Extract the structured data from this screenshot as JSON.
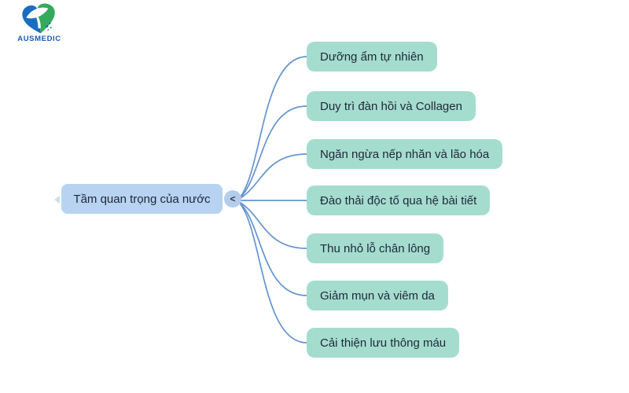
{
  "logo": {
    "brand": "AUSMEDIC",
    "heart_blue": "#1a6ec2",
    "heart_green": "#35a95c",
    "brand_color": "#1a5ab8"
  },
  "colors": {
    "root_fill": "#b7d3f1",
    "branch_fill": "#a4ddce",
    "connector": "#6494d0",
    "text": "#20293a"
  },
  "mindmap": {
    "root": {
      "label": "Tầm quan trọng của nước"
    },
    "collapse_button": {
      "label": "<"
    },
    "branches": [
      {
        "label": "Dưỡng ẩm tự nhiên"
      },
      {
        "label": "Duy trì đàn hồi và Collagen"
      },
      {
        "label": "Ngăn ngừa nếp nhăn và lão hóa"
      },
      {
        "label": "Đào thải độc tố qua hệ bài tiết"
      },
      {
        "label": "Thu nhỏ lỗ chân lông"
      },
      {
        "label": "Giảm mụn và viêm da"
      },
      {
        "label": "Cải thiện lưu thông máu"
      }
    ]
  }
}
